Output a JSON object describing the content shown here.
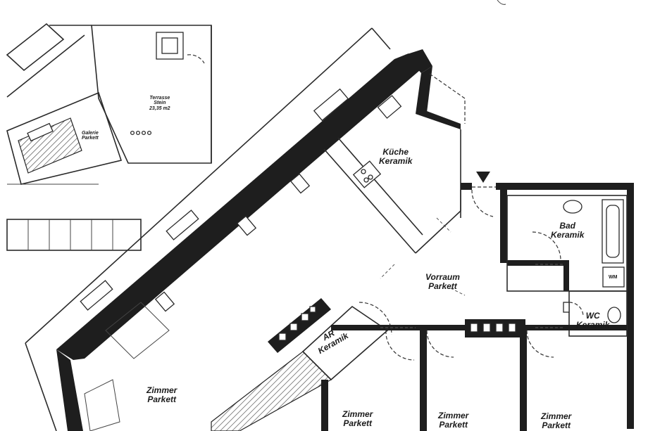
{
  "rooms": {
    "kueche": {
      "name": "Küche",
      "floor": "Keramik"
    },
    "bad": {
      "name": "Bad",
      "floor": "Keramik"
    },
    "vorraum": {
      "name": "Vorraum",
      "floor": "Parkett"
    },
    "wc": {
      "name": "WC",
      "floor": "Keramik"
    },
    "ar": {
      "name": "AR",
      "floor": "Keramik"
    },
    "zimmer_main": {
      "name": "Zimmer",
      "floor": "Parkett"
    },
    "zimmer_1": {
      "name": "Zimmer",
      "floor": "Parkett"
    },
    "zimmer_2": {
      "name": "Zimmer",
      "floor": "Parkett"
    },
    "zimmer_3": {
      "name": "Zimmer",
      "floor": "Parkett"
    },
    "terrasse": {
      "name": "Terrasse",
      "floor": "Stein",
      "area": "23,35 m2"
    },
    "galerie": {
      "name": "Galerie",
      "floor": "Parkett"
    }
  },
  "fixtures": {
    "washing_machine": "WM"
  }
}
